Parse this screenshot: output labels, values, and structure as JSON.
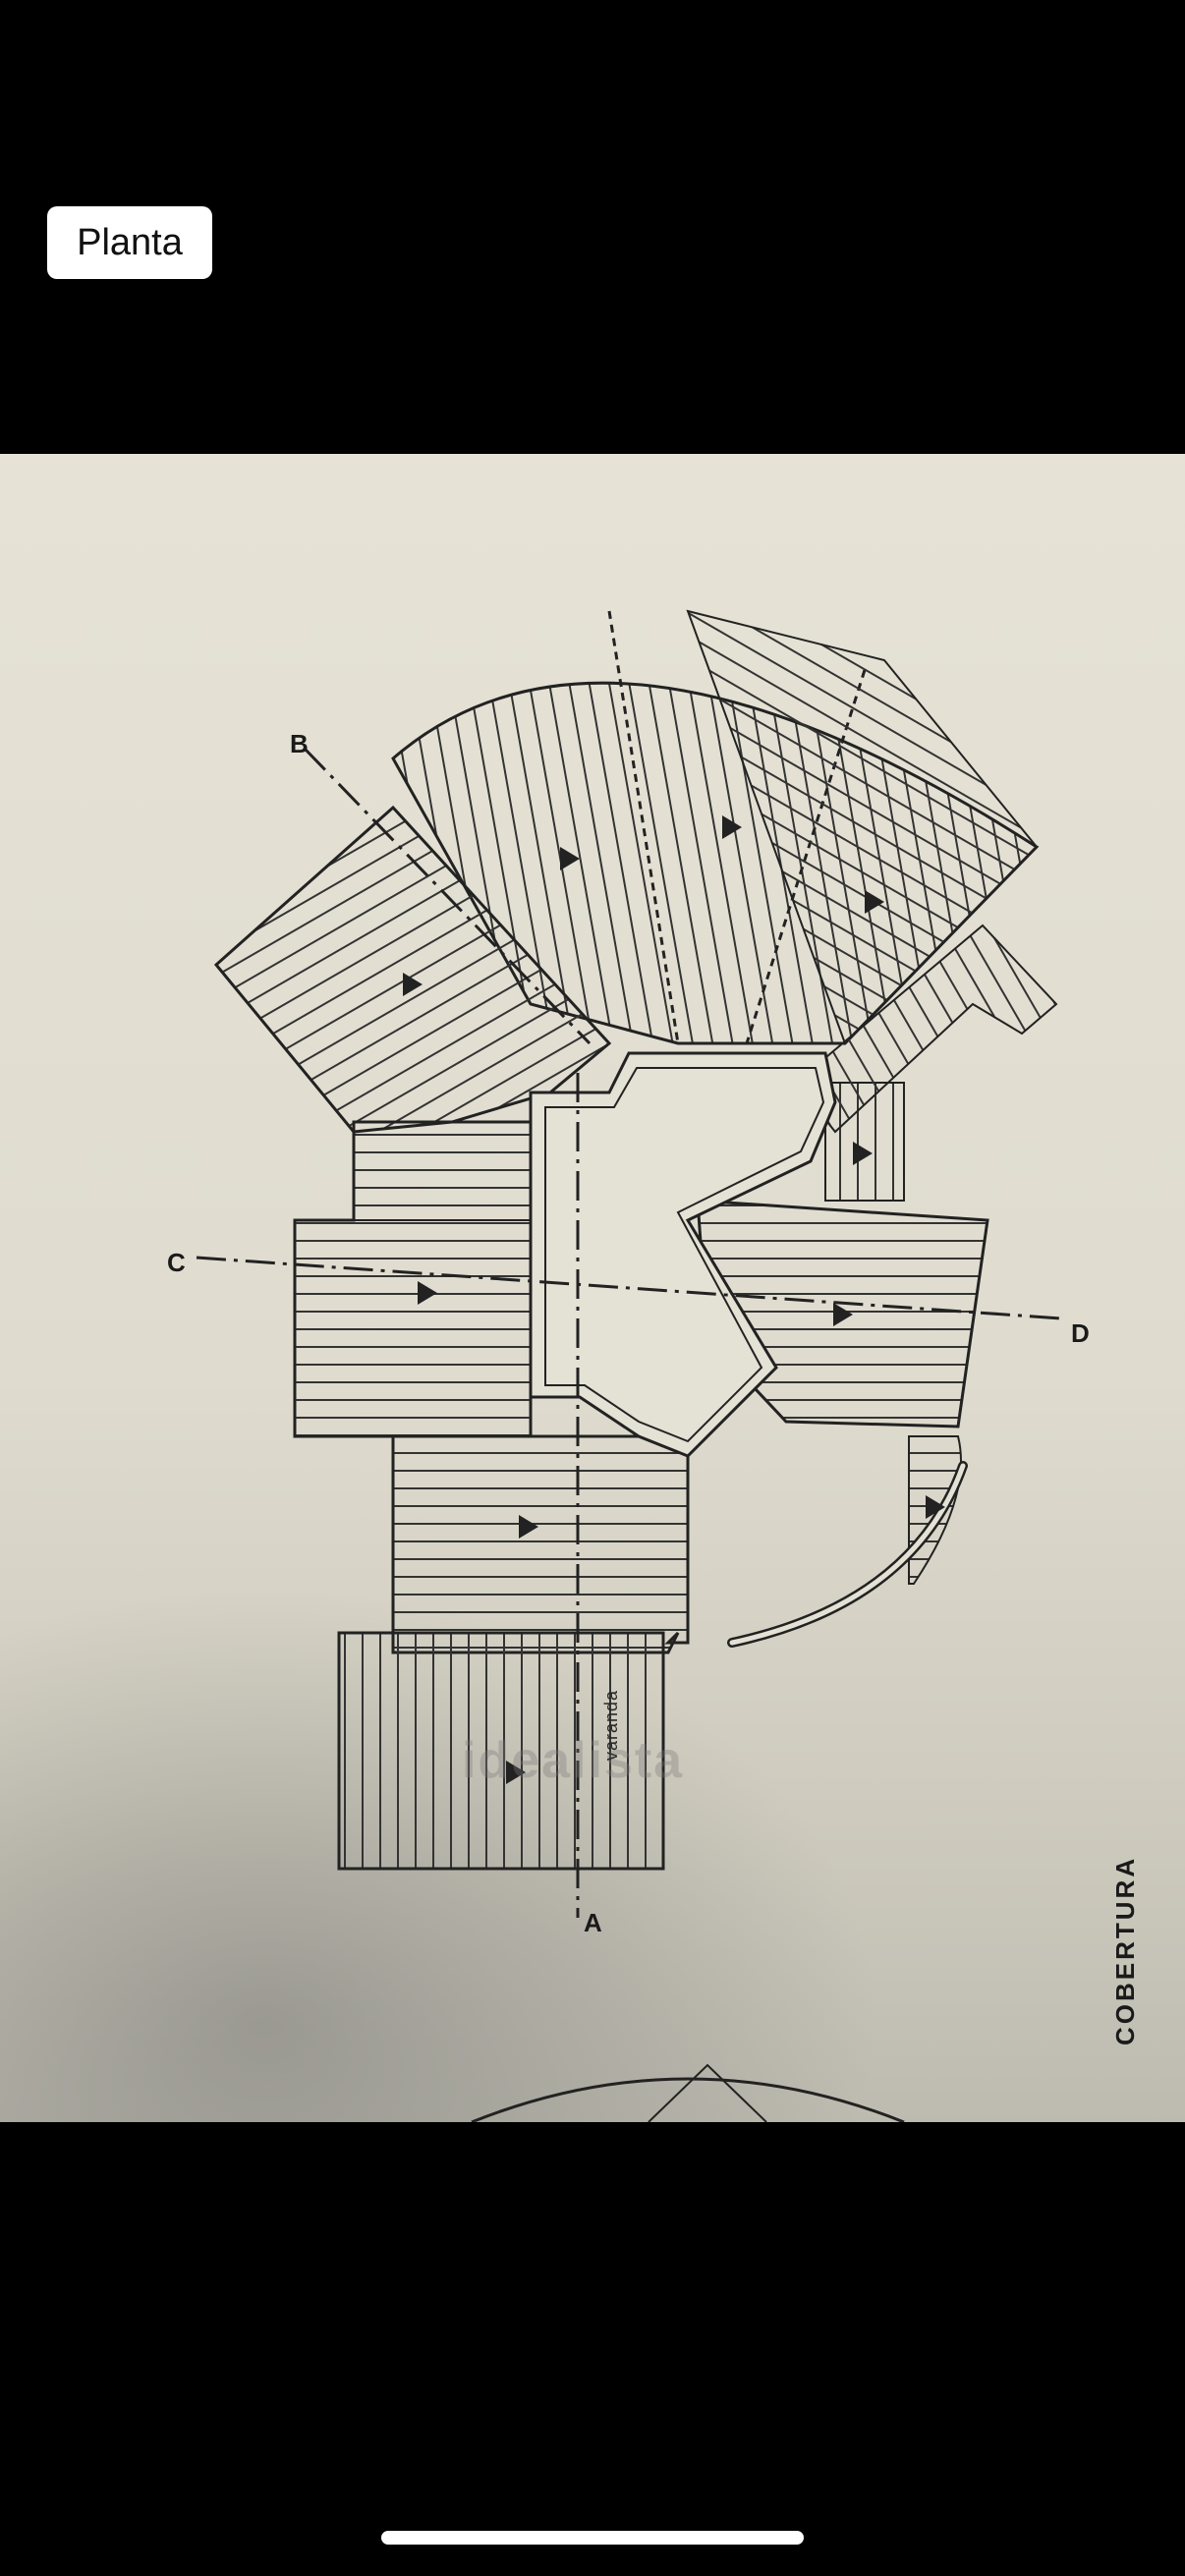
{
  "tab": {
    "label": "Planta"
  },
  "plan": {
    "title": "COBERTURA",
    "room_label": "varanda",
    "watermark": "idealista",
    "section_marks": [
      "A",
      "B",
      "C",
      "D"
    ]
  },
  "colors": {
    "paper": "#e3e0d4",
    "ink": "#222222",
    "background": "#000000"
  }
}
